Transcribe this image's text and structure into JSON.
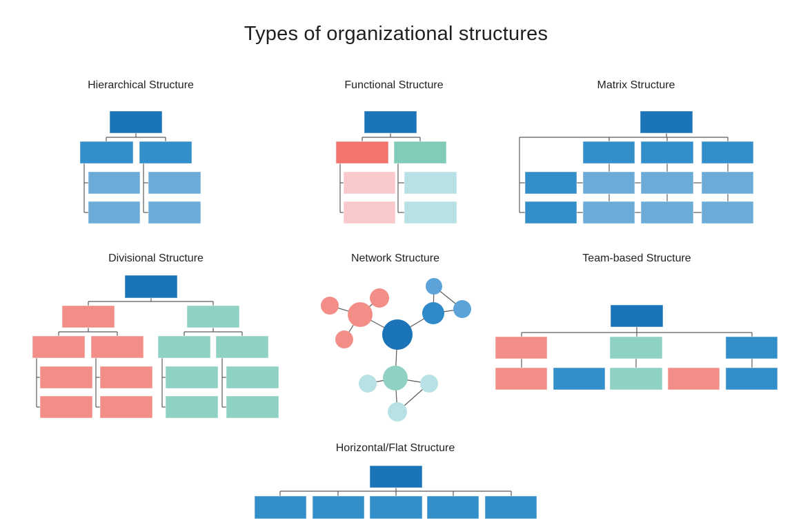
{
  "page": {
    "title": "Types of organizational structures"
  },
  "palette": {
    "dark": "#1b74b8",
    "med": "#338fc9",
    "light": "#6aabd8",
    "coral": "#f1756c",
    "coral_soft": "#f28e87",
    "pink": "#f9c9cb",
    "teal": "#80ccb8",
    "teal_soft": "#8fd2c4",
    "cyan": "#b7e1e4",
    "blue_node": "#3089c8",
    "blue_node_light": "#5ba3d8",
    "line": "#595a5c"
  },
  "diagrams": [
    {
      "id": "hierarchical",
      "label": "Hierarchical Structure",
      "boxes": [
        [
          159,
          161,
          76,
          32,
          "dark"
        ],
        [
          116,
          205,
          77,
          32,
          "med"
        ],
        [
          202,
          205,
          76,
          32,
          "med"
        ],
        [
          128,
          249,
          75,
          32,
          "light"
        ],
        [
          215,
          249,
          76,
          32,
          "light"
        ],
        [
          128,
          292,
          75,
          32,
          "light"
        ],
        [
          215,
          292,
          76,
          32,
          "light"
        ]
      ],
      "lines": [
        [
          197,
          193,
          197,
          199
        ],
        [
          154,
          199,
          240,
          199
        ],
        [
          154,
          199,
          154,
          205
        ],
        [
          240,
          199,
          240,
          205
        ],
        [
          122,
          237,
          122,
          308
        ],
        [
          122,
          265,
          128,
          265
        ],
        [
          122,
          308,
          128,
          308
        ],
        [
          208,
          237,
          208,
          308
        ],
        [
          208,
          265,
          215,
          265
        ],
        [
          208,
          308,
          215,
          308
        ]
      ],
      "circles": []
    },
    {
      "id": "functional",
      "label": "Functional Structure",
      "boxes": [
        [
          528,
          161,
          76,
          32,
          "dark"
        ],
        [
          487,
          205,
          76,
          32,
          "coral"
        ],
        [
          571,
          205,
          76,
          32,
          "teal"
        ],
        [
          498,
          249,
          75,
          32,
          "pink"
        ],
        [
          586,
          249,
          76,
          32,
          "cyan"
        ],
        [
          498,
          292,
          75,
          32,
          "pink"
        ],
        [
          586,
          292,
          76,
          32,
          "cyan"
        ]
      ],
      "lines": [
        [
          566,
          193,
          566,
          199
        ],
        [
          525,
          199,
          609,
          199
        ],
        [
          525,
          199,
          525,
          205
        ],
        [
          609,
          199,
          609,
          205
        ],
        [
          493,
          237,
          493,
          308
        ],
        [
          493,
          265,
          498,
          265
        ],
        [
          493,
          308,
          498,
          308
        ],
        [
          577,
          237,
          577,
          308
        ],
        [
          577,
          265,
          586,
          265
        ],
        [
          577,
          308,
          586,
          308
        ]
      ],
      "circles": []
    },
    {
      "id": "matrix",
      "label": "Matrix Structure",
      "boxes": [
        [
          928,
          161,
          76,
          32,
          "dark"
        ],
        [
          845,
          205,
          75,
          32,
          "med"
        ],
        [
          929,
          205,
          76,
          32,
          "med"
        ],
        [
          1017,
          205,
          75,
          32,
          "med"
        ],
        [
          761,
          249,
          75,
          32,
          "med"
        ],
        [
          761,
          292,
          75,
          32,
          "med"
        ],
        [
          845,
          249,
          75,
          32,
          "light"
        ],
        [
          929,
          249,
          76,
          32,
          "light"
        ],
        [
          1017,
          249,
          75,
          32,
          "light"
        ],
        [
          845,
          292,
          75,
          32,
          "light"
        ],
        [
          929,
          292,
          76,
          32,
          "light"
        ],
        [
          1017,
          292,
          75,
          32,
          "light"
        ]
      ],
      "lines": [
        [
          966,
          193,
          966,
          199
        ],
        [
          753,
          199,
          1055,
          199
        ],
        [
          883,
          199,
          883,
          205
        ],
        [
          967,
          199,
          967,
          205
        ],
        [
          1055,
          199,
          1055,
          205
        ],
        [
          753,
          199,
          753,
          308
        ],
        [
          753,
          265,
          761,
          265
        ],
        [
          753,
          308,
          761,
          308
        ],
        [
          883,
          237,
          883,
          249
        ],
        [
          967,
          237,
          967,
          249
        ],
        [
          1055,
          237,
          1055,
          249
        ],
        [
          883,
          281,
          883,
          292
        ],
        [
          967,
          281,
          967,
          292
        ],
        [
          1055,
          281,
          1055,
          292
        ],
        [
          836,
          265,
          845,
          265
        ],
        [
          920,
          265,
          929,
          265
        ],
        [
          1005,
          265,
          1017,
          265
        ],
        [
          836,
          308,
          845,
          308
        ],
        [
          920,
          308,
          929,
          308
        ],
        [
          1005,
          308,
          1017,
          308
        ]
      ],
      "circles": []
    },
    {
      "id": "divisional",
      "label": "Divisional Structure",
      "boxes": [
        [
          181,
          399,
          76,
          33,
          "dark"
        ],
        [
          90,
          443,
          76,
          32,
          "coral_soft"
        ],
        [
          271,
          443,
          76,
          32,
          "teal_soft"
        ],
        [
          47,
          487,
          76,
          32,
          "coral_soft"
        ],
        [
          132,
          487,
          76,
          32,
          "coral_soft"
        ],
        [
          229,
          487,
          76,
          32,
          "teal_soft"
        ],
        [
          313,
          487,
          76,
          32,
          "teal_soft"
        ],
        [
          58,
          531,
          76,
          32,
          "coral_soft"
        ],
        [
          145,
          531,
          76,
          32,
          "coral_soft"
        ],
        [
          240,
          531,
          76,
          32,
          "teal_soft"
        ],
        [
          328,
          531,
          76,
          32,
          "teal_soft"
        ],
        [
          58,
          574,
          76,
          32,
          "coral_soft"
        ],
        [
          145,
          574,
          76,
          32,
          "coral_soft"
        ],
        [
          240,
          574,
          76,
          32,
          "teal_soft"
        ],
        [
          328,
          574,
          76,
          32,
          "teal_soft"
        ]
      ],
      "lines": [
        [
          219,
          432,
          219,
          437
        ],
        [
          128,
          437,
          309,
          437
        ],
        [
          128,
          437,
          128,
          443
        ],
        [
          309,
          437,
          309,
          443
        ],
        [
          128,
          475,
          128,
          481
        ],
        [
          85,
          481,
          170,
          481
        ],
        [
          85,
          481,
          85,
          487
        ],
        [
          170,
          481,
          170,
          487
        ],
        [
          309,
          475,
          309,
          481
        ],
        [
          267,
          481,
          351,
          481
        ],
        [
          267,
          481,
          267,
          487
        ],
        [
          351,
          481,
          351,
          487
        ],
        [
          53,
          519,
          53,
          590
        ],
        [
          53,
          547,
          58,
          547
        ],
        [
          53,
          590,
          58,
          590
        ],
        [
          139,
          519,
          139,
          590
        ],
        [
          139,
          547,
          145,
          547
        ],
        [
          139,
          590,
          145,
          590
        ],
        [
          235,
          519,
          235,
          590
        ],
        [
          235,
          547,
          240,
          547
        ],
        [
          235,
          590,
          240,
          590
        ],
        [
          322,
          519,
          322,
          590
        ],
        [
          322,
          547,
          328,
          547
        ],
        [
          322,
          590,
          328,
          590
        ]
      ],
      "circles": []
    },
    {
      "id": "network",
      "label": "Network Structure",
      "boxes": [],
      "lines": [
        [
          576,
          485,
          522,
          456
        ],
        [
          576,
          485,
          628,
          454
        ],
        [
          576,
          485,
          573,
          548
        ],
        [
          522,
          456,
          550,
          432
        ],
        [
          522,
          456,
          478,
          443
        ],
        [
          522,
          456,
          499,
          492
        ],
        [
          628,
          454,
          629,
          415
        ],
        [
          628,
          454,
          670,
          448
        ],
        [
          629,
          415,
          670,
          448
        ],
        [
          573,
          548,
          533,
          556
        ],
        [
          573,
          548,
          622,
          556
        ],
        [
          573,
          548,
          576,
          597
        ],
        [
          576,
          597,
          622,
          556
        ]
      ],
      "circles": [
        [
          478,
          443,
          13,
          "coral_soft"
        ],
        [
          550,
          432,
          14,
          "coral_soft"
        ],
        [
          499,
          492,
          13,
          "coral_soft"
        ],
        [
          522,
          456,
          18,
          "coral_soft"
        ],
        [
          629,
          415,
          12,
          "blue_node_light"
        ],
        [
          670,
          448,
          13,
          "blue_node_light"
        ],
        [
          628,
          454,
          16,
          "blue_node"
        ],
        [
          533,
          556,
          13,
          "cyan"
        ],
        [
          622,
          556,
          13,
          "cyan"
        ],
        [
          576,
          597,
          14,
          "cyan"
        ],
        [
          573,
          548,
          18,
          "teal_soft"
        ],
        [
          576,
          485,
          22,
          "dark"
        ]
      ]
    },
    {
      "id": "team",
      "label": "Team-based Structure",
      "boxes": [
        [
          885,
          442,
          76,
          32,
          "dark"
        ],
        [
          718,
          488,
          75,
          32,
          "coral_soft"
        ],
        [
          884,
          488,
          76,
          32,
          "teal_soft"
        ],
        [
          1052,
          488,
          75,
          32,
          "med"
        ],
        [
          718,
          533,
          75,
          32,
          "coral_soft"
        ],
        [
          802,
          533,
          75,
          32,
          "med"
        ],
        [
          884,
          533,
          76,
          32,
          "teal_soft"
        ],
        [
          968,
          533,
          75,
          32,
          "coral_soft"
        ],
        [
          1052,
          533,
          75,
          32,
          "med"
        ]
      ],
      "lines": [
        [
          923,
          474,
          923,
          482
        ],
        [
          756,
          482,
          1090,
          482
        ],
        [
          756,
          482,
          756,
          488
        ],
        [
          923,
          482,
          923,
          488
        ],
        [
          1090,
          482,
          1090,
          488
        ],
        [
          756,
          520,
          756,
          533
        ],
        [
          922,
          520,
          922,
          533
        ],
        [
          1090,
          520,
          1090,
          533
        ]
      ],
      "circles": []
    },
    {
      "id": "flat",
      "label": "Horizontal/Flat Structure",
      "boxes": [
        [
          536,
          675,
          76,
          32,
          "dark"
        ],
        [
          369,
          719,
          75,
          33,
          "med"
        ],
        [
          453,
          719,
          75,
          33,
          "med"
        ],
        [
          536,
          719,
          76,
          33,
          "med"
        ],
        [
          619,
          719,
          75,
          33,
          "med"
        ],
        [
          703,
          719,
          75,
          33,
          "med"
        ]
      ],
      "lines": [
        [
          574,
          707,
          574,
          712
        ],
        [
          406,
          712,
          741,
          712
        ],
        [
          406,
          712,
          406,
          719
        ],
        [
          490,
          712,
          490,
          719
        ],
        [
          574,
          712,
          574,
          719
        ],
        [
          657,
          712,
          657,
          719
        ],
        [
          741,
          712,
          741,
          719
        ]
      ],
      "circles": []
    }
  ]
}
